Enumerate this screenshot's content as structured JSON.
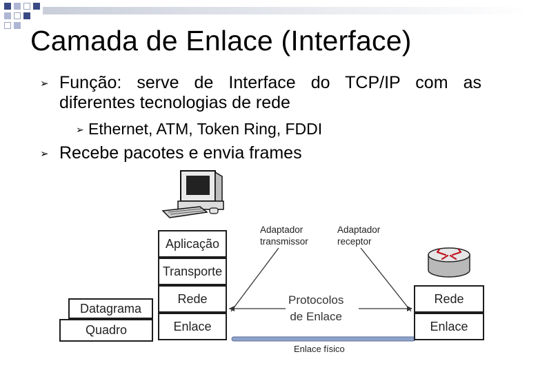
{
  "slide": {
    "title": "Camada de Enlace (Interface)",
    "bullets": {
      "b1_line1": "Função: serve de Interface do TCP/IP com as",
      "b1_line2": "diferentes tecnologias de rede",
      "sub1": "Ethernet, ATM, Token Ring, FDDI",
      "b2": "Recebe pacotes e envia frames"
    }
  },
  "diagram": {
    "host_stack": [
      "Aplicação",
      "Transporte",
      "Rede",
      "Enlace"
    ],
    "router_stack": [
      "Rede",
      "Enlace"
    ],
    "units": {
      "datagram": "Datagrama",
      "frame": "Quadro"
    },
    "labels": {
      "tx_line1": "Adaptador",
      "tx_line2": "transmissor",
      "rx_line1": "Adaptador",
      "rx_line2": "receptor",
      "proto_line1": "Protocolos",
      "proto_line2": "de Enlace",
      "physical_link": "Enlace físico"
    },
    "colors": {
      "accent": "#3a4a86",
      "link": "#8ea3c9"
    },
    "icons": [
      "computer-icon",
      "router-icon",
      "arrow-bullet-icon"
    ]
  }
}
